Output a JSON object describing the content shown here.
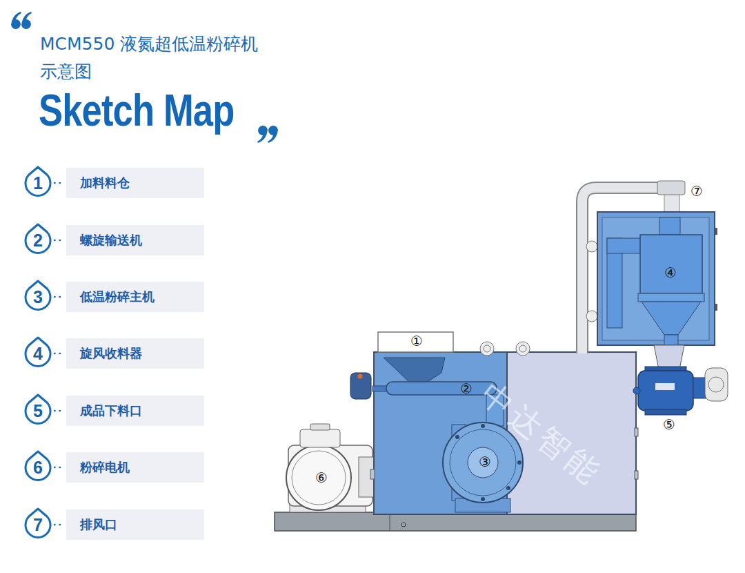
{
  "diagram": {
    "title": "MCM550 液氮超低温粉碎机 示意图",
    "nodes": [
      {
        "text": [
          "1"
        ]
      },
      {
        "text": [
          "加料料仓"
        ]
      },
      {
        "text": [
          "2"
        ]
      },
      {
        "text": [
          "螺旋输送机"
        ]
      },
      {
        "text": [
          "3"
        ]
      },
      {
        "text": [
          "低温粉碎主机"
        ]
      },
      {
        "text": [
          "4"
        ]
      },
      {
        "text": [
          "旋风收料器"
        ]
      },
      {
        "text": [
          "5"
        ]
      },
      {
        "text": [
          "成品下料口"
        ]
      },
      {
        "text": [
          "6"
        ]
      },
      {
        "text": [
          "粉碎电机"
        ]
      },
      {
        "text": [
          "7"
        ]
      },
      {
        "text": [
          "排风口"
        ]
      }
    ],
    "edges": [
      {
        "from": 0,
        "to": 1,
        "arrow": "none"
      },
      {
        "from": 2,
        "to": 3,
        "arrow": "none"
      },
      {
        "from": 4,
        "to": 5,
        "arrow": "none"
      },
      {
        "from": 6,
        "to": 7,
        "arrow": "none"
      },
      {
        "from": 8,
        "to": 9,
        "arrow": "none"
      },
      {
        "from": 10,
        "to": 11,
        "arrow": "none"
      },
      {
        "from": 12,
        "to": 13,
        "arrow": "none"
      }
    ],
    "labels": [
      "Sketch Map",
      "①",
      "②",
      "③",
      "④",
      "⑤",
      "⑥",
      "⑦",
      "中达智能"
    ]
  }
}
